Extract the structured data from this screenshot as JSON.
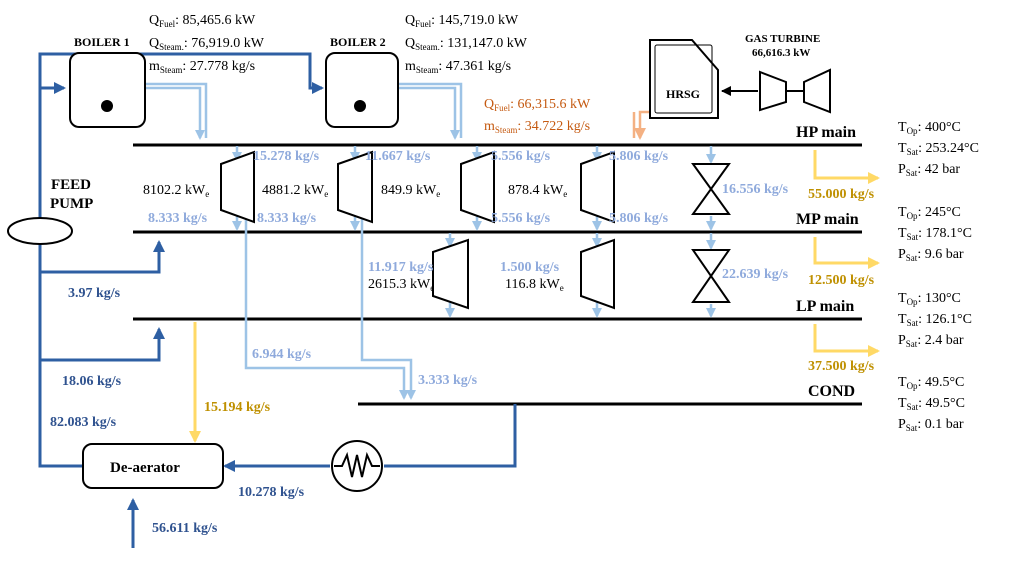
{
  "colors": {
    "line": "#000000",
    "blue_light": "#9dc3e6",
    "blue_dark": "#2e5fa3",
    "blue_text_light": "#8faadc",
    "blue_text_dark": "#2f528f",
    "yellow": "#ffd966",
    "yellow_text": "#bf9000",
    "orange": "#f4b183",
    "orange_text": "#c55a11"
  },
  "boiler1": {
    "label": "BOILER 1",
    "q_fuel": ": 85,465.6 kW",
    "q_steam": ": 76,919.0 kW",
    "m_steam": ": 27.778 kg/s"
  },
  "boiler2": {
    "label": "BOILER 2",
    "q_fuel": ": 145,719.0 kW",
    "q_steam": ": 131,147.0 kW",
    "m_steam": ": 47.361 kg/s"
  },
  "hrsg": {
    "label": "HRSG",
    "q_fuel": ": 66,315.6 kW",
    "m_steam": ": 34.722 kg/s"
  },
  "gas_turbine": {
    "label": "GAS TURBINE",
    "power": "66,616.3 kW"
  },
  "symbols": {
    "Q": "Q",
    "m": "m",
    "T": "T",
    "P": "P",
    "sub_fuel": "Fuel",
    "sub_steam": "Steam",
    "sub_steam_dot": "Steam.",
    "sub_op": "Op",
    "sub_sat": "Sat",
    "sub_e": "e"
  },
  "feed_pump": {
    "line1": "FEED",
    "line2": "PUMP"
  },
  "deaerator": {
    "label": "De-aerator"
  },
  "headers": {
    "hp": {
      "label": "HP main",
      "t_op": ": 400°C",
      "t_sat": ": 253.24°C",
      "p_sat": ": 42 bar",
      "demand": "55.000 kg/s"
    },
    "mp": {
      "label": "MP main",
      "t_op": ": 245°C",
      "t_sat": ": 178.1°C",
      "p_sat": ": 9.6 bar",
      "demand": "12.500 kg/s"
    },
    "lp": {
      "label": "LP main",
      "t_op": ": 130°C",
      "t_sat": ": 126.1°C",
      "p_sat": ": 2.4 bar",
      "demand": "37.500 kg/s"
    },
    "cond": {
      "label": "COND",
      "t_op": ": 49.5°C",
      "t_sat": ": 49.5°C",
      "p_sat": ": 0.1 bar"
    }
  },
  "turbines": {
    "t1": {
      "flow_in": "15.278 kg/s",
      "flow_out": "8.333 kg/s",
      "power": "8102.2 kW"
    },
    "t2": {
      "flow_in": "11.667 kg/s",
      "flow_out": "8.333 kg/s",
      "power": "4881.2 kW"
    },
    "t3": {
      "flow_in": "5.556 kg/s",
      "flow_out": "5.556 kg/s",
      "power": "849.9 kW"
    },
    "t4": {
      "flow_in": "5.806 kg/s",
      "flow_out": "5.806 kg/s",
      "power": "878.4 kW"
    },
    "t5": {
      "flow_in": "11.917 kg/s",
      "power": "2615.3 kW"
    },
    "t6": {
      "flow_in": "1.500 kg/s",
      "power": "116.8 kW"
    }
  },
  "valves": {
    "hp_mp": "16.556 kg/s",
    "mp_lp": "22.639 kg/s"
  },
  "flows": {
    "mp_return": "3.97 kg/s",
    "lp_return": "18.06 kg/s",
    "boiler_feed": "82.083 kg/s",
    "lp_to_deaerator": "15.194 kg/s",
    "to_cond_1": "6.944 kg/s",
    "to_cond_2": "3.333 kg/s",
    "condensate_return": "10.278 kg/s",
    "makeup": "56.611 kg/s"
  }
}
